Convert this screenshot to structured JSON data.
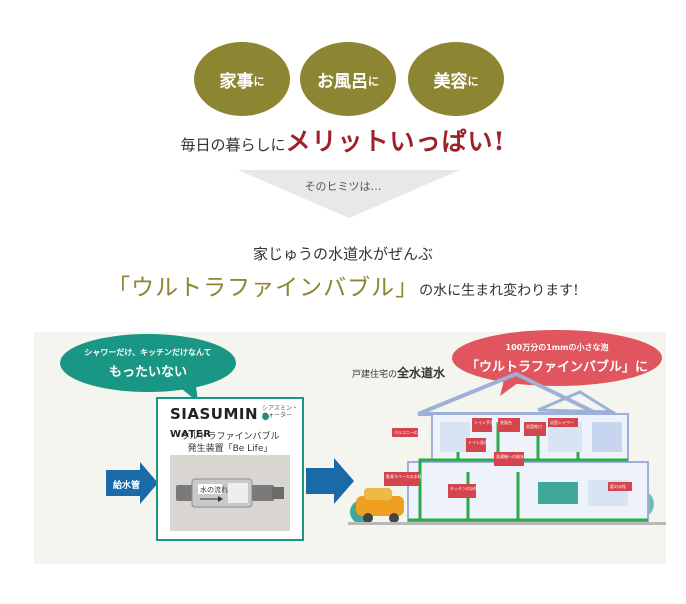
{
  "benefits": [
    {
      "main": "家事",
      "suffix": "に"
    },
    {
      "main": "お風呂",
      "suffix": "に"
    },
    {
      "main": "美容",
      "suffix": "に"
    }
  ],
  "merit": {
    "prefix": "毎日の暮らしに",
    "emphasis": "メリットいっぱい!"
  },
  "secret_label": "そのヒミツは…",
  "headline": {
    "line1": "家じゅうの水道水がぜんぶ",
    "big": "「ウルトラファインバブル」",
    "tail": "の水に生まれ変わります!"
  },
  "bubble_left": {
    "small": "シャワーだけ、キッチンだけなんて",
    "big": "もったいない"
  },
  "bubble_right": {
    "small": "100万分の1mmの小さな泡",
    "big": "「ウルトラファインバブル」に"
  },
  "device": {
    "brand": "SIASUMIN",
    "brand_word": "WATER",
    "brand_sub": "シアスミン・ウォーター",
    "title1": "ウルトラファインバブル",
    "title2": "発生装置「Be Life」",
    "flow_label": "水の流れ"
  },
  "pipe_label": "給水管",
  "house": {
    "title_prefix": "戸建住宅の",
    "title_emphasis": "全水道水",
    "labels": [
      "バルコニーの水栓",
      "トイレ手洗い",
      "洗面台",
      "浴室蛇口",
      "浴室シャワー",
      "トイレ洗浄水",
      "洗濯機への給水",
      "キッチンの水栓",
      "駐車スペースの水栓",
      "庭の水栓"
    ]
  },
  "colors": {
    "olive": "#8c8531",
    "teal": "#1a9684",
    "red": "#e0555e",
    "crimson": "#a0202a",
    "blue": "#1a6aa8"
  }
}
